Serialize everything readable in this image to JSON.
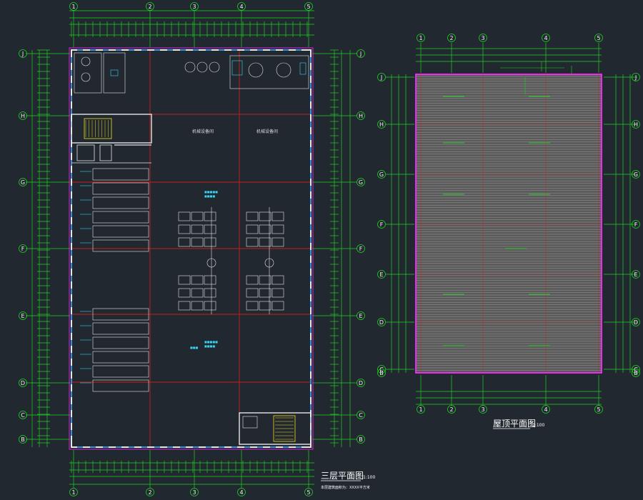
{
  "plan_third_floor": {
    "title": "三层平面图",
    "scale": "1:100",
    "note": "本层建筑面积为：XXXX平方米",
    "column_axes": [
      "1",
      "2",
      "3",
      "4",
      "5"
    ],
    "row_axes": [
      "J",
      "H",
      "G",
      "F",
      "E",
      "D",
      "C",
      "B"
    ],
    "room_labels": [
      "机械设备间",
      "机械设备间"
    ]
  },
  "plan_roof": {
    "title": "屋顶平面图",
    "scale": "1:100",
    "column_axes": [
      "1",
      "2",
      "3",
      "4",
      "5"
    ],
    "row_axes": [
      "J",
      "H",
      "G",
      "F",
      "E",
      "D",
      "C",
      "B"
    ]
  },
  "colors": {
    "background": "#212830",
    "grid_red": "#c81e1e",
    "dim_green": "#1ed21e",
    "wall_white": "#e6e6e6",
    "wall_blue": "#3c8cdc",
    "outline_magenta": "#ff28ff",
    "equip_cyan": "#38d4f0",
    "stair_yellow": "#f0dc1e"
  }
}
